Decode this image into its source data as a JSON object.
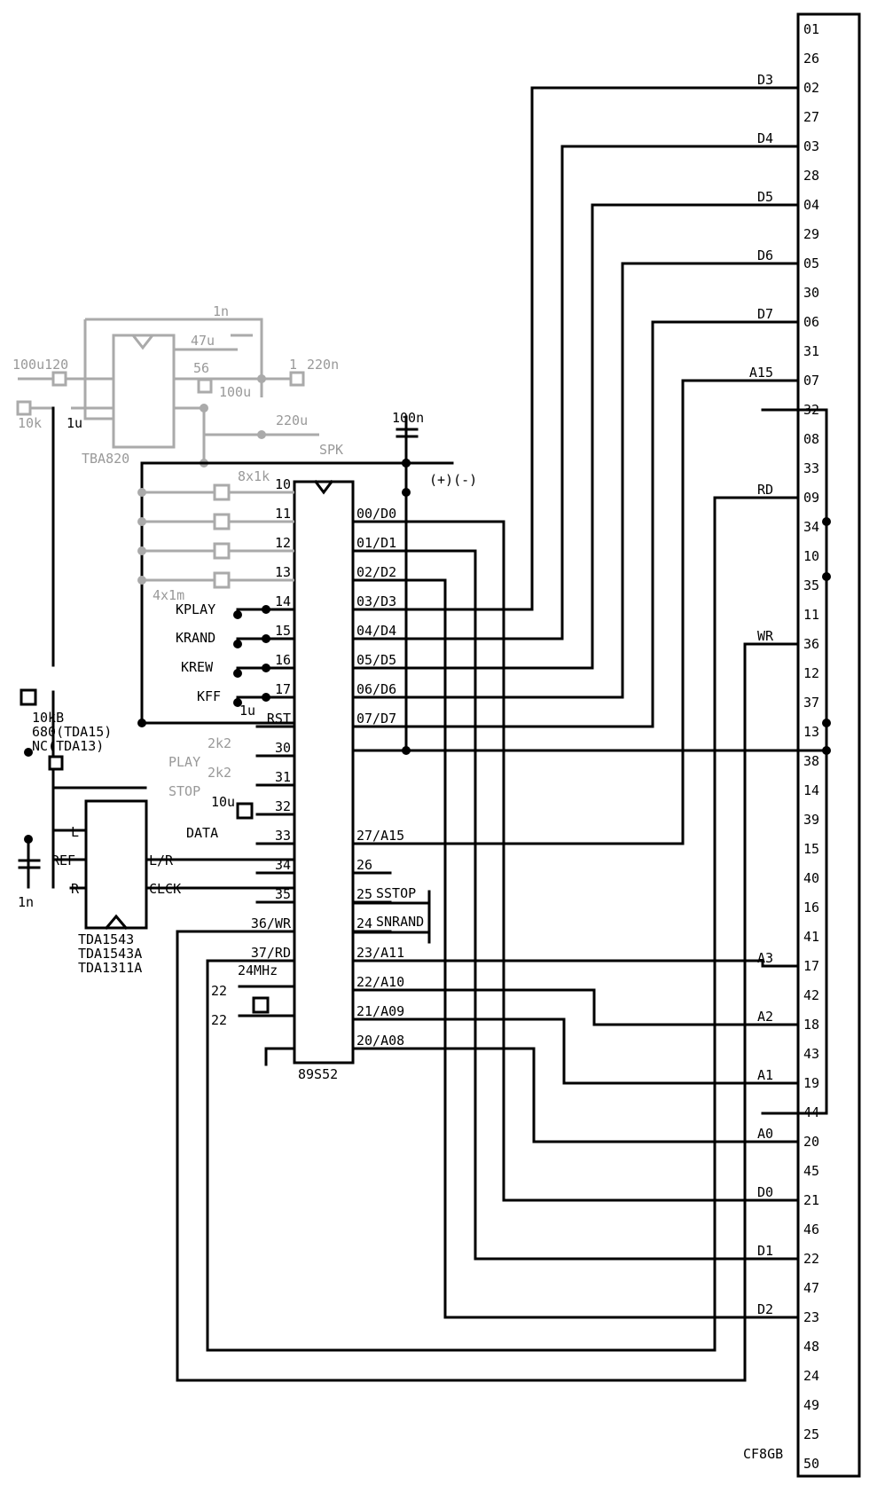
{
  "cf_connector": {
    "name": "CF8GB",
    "pins": [
      "01",
      "26",
      "02",
      "27",
      "03",
      "28",
      "04",
      "29",
      "05",
      "30",
      "06",
      "31",
      "07",
      "32",
      "08",
      "33",
      "09",
      "34",
      "10",
      "35",
      "11",
      "36",
      "12",
      "37",
      "13",
      "38",
      "14",
      "39",
      "15",
      "40",
      "16",
      "41",
      "17",
      "42",
      "18",
      "43",
      "19",
      "44",
      "20",
      "45",
      "21",
      "46",
      "22",
      "47",
      "23",
      "48",
      "24",
      "49",
      "25",
      "50"
    ],
    "signals": [
      {
        "pin": "02",
        "label": "D3"
      },
      {
        "pin": "03",
        "label": "D4"
      },
      {
        "pin": "04",
        "label": "D5"
      },
      {
        "pin": "05",
        "label": "D6"
      },
      {
        "pin": "06",
        "label": "D7"
      },
      {
        "pin": "07",
        "label": "A15"
      },
      {
        "pin": "09",
        "label": "RD"
      },
      {
        "pin": "36",
        "label": "WR"
      },
      {
        "pin": "17",
        "label": "A3"
      },
      {
        "pin": "18",
        "label": "A2"
      },
      {
        "pin": "19",
        "label": "A1"
      },
      {
        "pin": "20",
        "label": "A0"
      },
      {
        "pin": "21",
        "label": "D0"
      },
      {
        "pin": "22",
        "label": "D1"
      },
      {
        "pin": "23",
        "label": "D2"
      }
    ]
  },
  "mcu": {
    "name": "89S52",
    "left_pins": [
      "10",
      "11",
      "12",
      "13",
      "14",
      "15",
      "16",
      "17",
      "RST",
      "30",
      "31",
      "32",
      "33",
      "34",
      "35",
      "36/WR",
      "37/RD"
    ],
    "right_pins": [
      "00/D0",
      "01/D1",
      "02/D2",
      "03/D3",
      "04/D4",
      "05/D5",
      "06/D6",
      "07/D7",
      "27/A15",
      "26",
      "25",
      "24",
      "23/A11",
      "22/A10",
      "21/A09",
      "20/A08"
    ]
  },
  "dac": {
    "names": [
      "TDA1543",
      "TDA1543A",
      "TDA1311A"
    ],
    "pins": {
      "left": "L",
      "ref": "REF",
      "right": "R",
      "lr": "L/R",
      "clck": "CLCK"
    }
  },
  "amp": {
    "name": "TBA820",
    "labels": [
      "1n",
      "47u",
      "56",
      "100u",
      "1",
      "220n",
      "220u",
      "SPK",
      "100u120",
      "10k",
      "1u"
    ]
  },
  "components": {
    "cap_100n": "100n",
    "power": "(+)(-)",
    "res_8x1k": "8x1k",
    "cap_4x1m": "4x1m",
    "keys": [
      "KPLAY",
      "KRAND",
      "KREW",
      "KFF"
    ],
    "rst_cap": "1u",
    "led_play": "PLAY",
    "led_stop": "STOP",
    "res_2k2": "2k2",
    "cap_10u": "10u",
    "data_label": "DATA",
    "crystal": "24MHz",
    "xtal_caps": [
      "22",
      "22"
    ],
    "pot": [
      "10kB",
      "680(TDA15)",
      "NC(TDA13)"
    ],
    "cap_1n": "1n",
    "switches": [
      "SSTOP",
      "SNRAND"
    ]
  }
}
